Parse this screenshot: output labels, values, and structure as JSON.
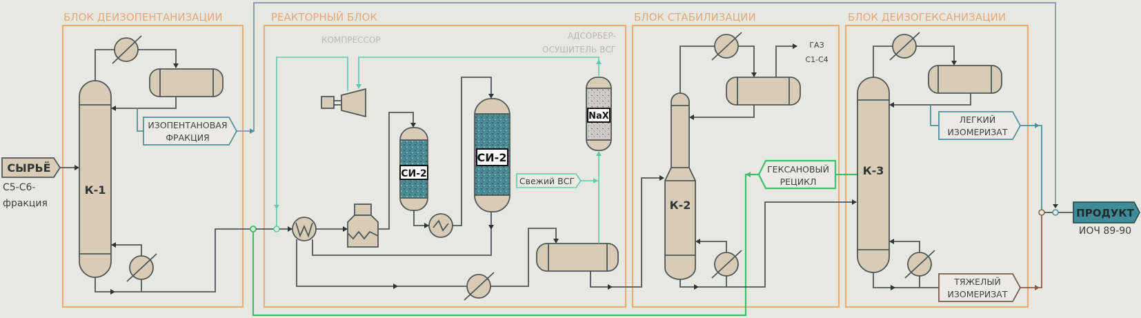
{
  "blocks": {
    "deisopentanization": "БЛОК ДЕИЗОПЕНТАНИЗАЦИИ",
    "reactor": "РЕАКТОРНЫЙ БЛОК",
    "stabilization": "БЛОК СТАБИЛИЗАЦИИ",
    "deisohexanization": "БЛОК ДЕИЗОГЕКСАНИЗАЦИИ"
  },
  "feed": {
    "label": "СЫРЬЁ",
    "desc_line1": "C5-C6-",
    "desc_line2": "фракция"
  },
  "columns": {
    "k1": "К-1",
    "k2": "К-2",
    "k3": "К-3"
  },
  "streams": {
    "isopentane_line1": "ИЗОПЕНТАНОВАЯ",
    "isopentane_line2": "ФРАКЦИЯ",
    "hexane_recycle_line1": "ГЕКСАНОВЫЙ",
    "hexane_recycle_line2": "РЕЦИКЛ",
    "light_line1": "ЛЕГКИЙ",
    "light_line2": "ИЗОМЕРИЗАТ",
    "heavy_line1": "ТЯЖЕЛЫЙ",
    "heavy_line2": "ИЗОМЕРИЗАТ",
    "fresh_hydrogen": "Свежий ВСГ",
    "gas_line1": "ГАЗ",
    "gas_line2": "C1-C4"
  },
  "equipment": {
    "compressor": "КОМПРЕССОР",
    "adsorber_line1": "АДСОРБЕР-",
    "adsorber_line2": "ОСУШИТЕЛЬ ВСГ",
    "adsorbent": "NaX",
    "reactor1_catalyst": "СИ-2",
    "reactor2_catalyst": "СИ-2"
  },
  "product": {
    "label": "ПРОДУКТ",
    "octane": "ИОЧ 89-90"
  },
  "colors": {
    "background": "#e8e8e2",
    "block_border": "#e8ad78",
    "vessel_fill": "#d8ccb6",
    "hydrogen_line": "#5ccab0",
    "recycle_line": "#3dbf6c",
    "product_fill": "#3f8b97"
  }
}
